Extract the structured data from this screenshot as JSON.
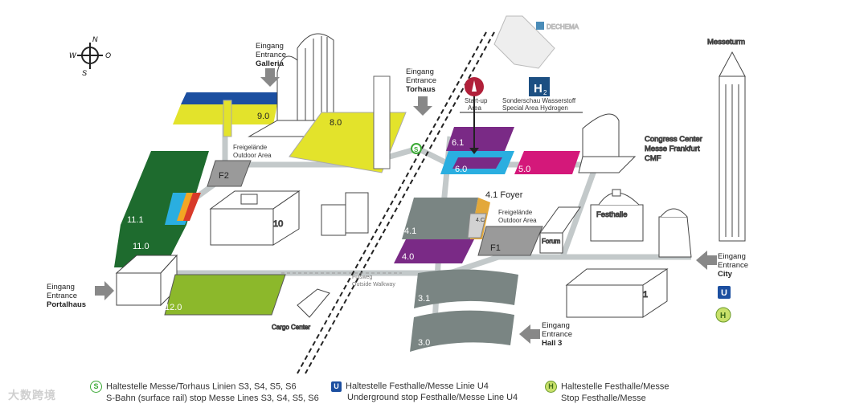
{
  "compass": {
    "n": "N",
    "o": "O",
    "s": "S",
    "w": "W"
  },
  "halls": [
    {
      "id": "h1",
      "label": "1"
    },
    {
      "id": "h3_0",
      "label": "3.0"
    },
    {
      "id": "h3_1",
      "label": "3.1"
    },
    {
      "id": "h4_0",
      "label": "4.0"
    },
    {
      "id": "h4_1",
      "label": "4.1"
    },
    {
      "id": "h4c",
      "label": "4.C"
    },
    {
      "id": "h5_0",
      "label": "5.0"
    },
    {
      "id": "h6_0",
      "label": "6.0"
    },
    {
      "id": "h6_1",
      "label": "6.1"
    },
    {
      "id": "h8_0",
      "label": "8.0"
    },
    {
      "id": "h9_0",
      "label": "9.0"
    },
    {
      "id": "h10",
      "label": "10"
    },
    {
      "id": "h11_0",
      "label": "11.0"
    },
    {
      "id": "h11_1",
      "label": "11.1"
    },
    {
      "id": "h12_0",
      "label": "12.0"
    },
    {
      "id": "f1",
      "label": "F1"
    },
    {
      "id": "f2",
      "label": "F2"
    }
  ],
  "places": {
    "foyer": "4.1 Foyer",
    "festhalle": "Festhalle",
    "forum": "Forum",
    "messeturm": "Messeturm",
    "cargo": "Cargo Center",
    "congress_1": "Congress Center",
    "congress_2": "Messe Frankfurt",
    "congress_3": "CMF",
    "dechema": "DECHEMA",
    "outdoor1_de": "Freigelände",
    "outdoor1_en": "Outdoor Area",
    "outdoor2_de": "Freigelände",
    "outdoor2_en": "Outdoor Area",
    "walkway_de": "Fußweg",
    "walkway_en": "Outside Walkway",
    "startup_1": "Start-up",
    "startup_2": "Area",
    "h2_1": "Sonderschau Wasserstoff",
    "h2_2": "Special Area Hydrogen",
    "h2_badge": "H",
    "h2_sub": "2"
  },
  "entrances": [
    {
      "de": "Eingang",
      "en": "Entrance",
      "name": "Galleria"
    },
    {
      "de": "Eingang",
      "en": "Entrance",
      "name": "Torhaus"
    },
    {
      "de": "Eingang",
      "en": "Entrance",
      "name": "Portalhaus"
    },
    {
      "de": "Eingang",
      "en": "Entrance",
      "name": "City"
    },
    {
      "de": "Eingang",
      "en": "Entrance",
      "name": "Hall 3"
    }
  ],
  "side_icons": {
    "u": "U",
    "h": "H",
    "s": "S"
  },
  "legend": [
    {
      "icon": "S",
      "line1": "Haltestelle Messe/Torhaus Linien S3, S4, S5, S6",
      "line2": "S-Bahn (surface rail) stop Messe Lines S3, S4, S5, S6"
    },
    {
      "icon": "U",
      "line1": "Haltestelle Festhalle/Messe Linie  U4",
      "line2": "Underground stop Festhalle/Messe Line U4"
    },
    {
      "icon": "H",
      "line1": "Haltestelle Festhalle/Messe",
      "line2": "Stop Festhalle/Messe"
    }
  ],
  "watermark": "大数跨境",
  "colors": {
    "dark_green": "#1e6b2e",
    "lime": "#8cb82b",
    "yellow": "#e3e32b",
    "blue": "#1c4fa0",
    "magenta": "#d4187a",
    "purple": "#7a2a86",
    "cyan": "#2aaee0",
    "grey_hall": "#7a8583",
    "walkway": "#c9cfd0"
  }
}
